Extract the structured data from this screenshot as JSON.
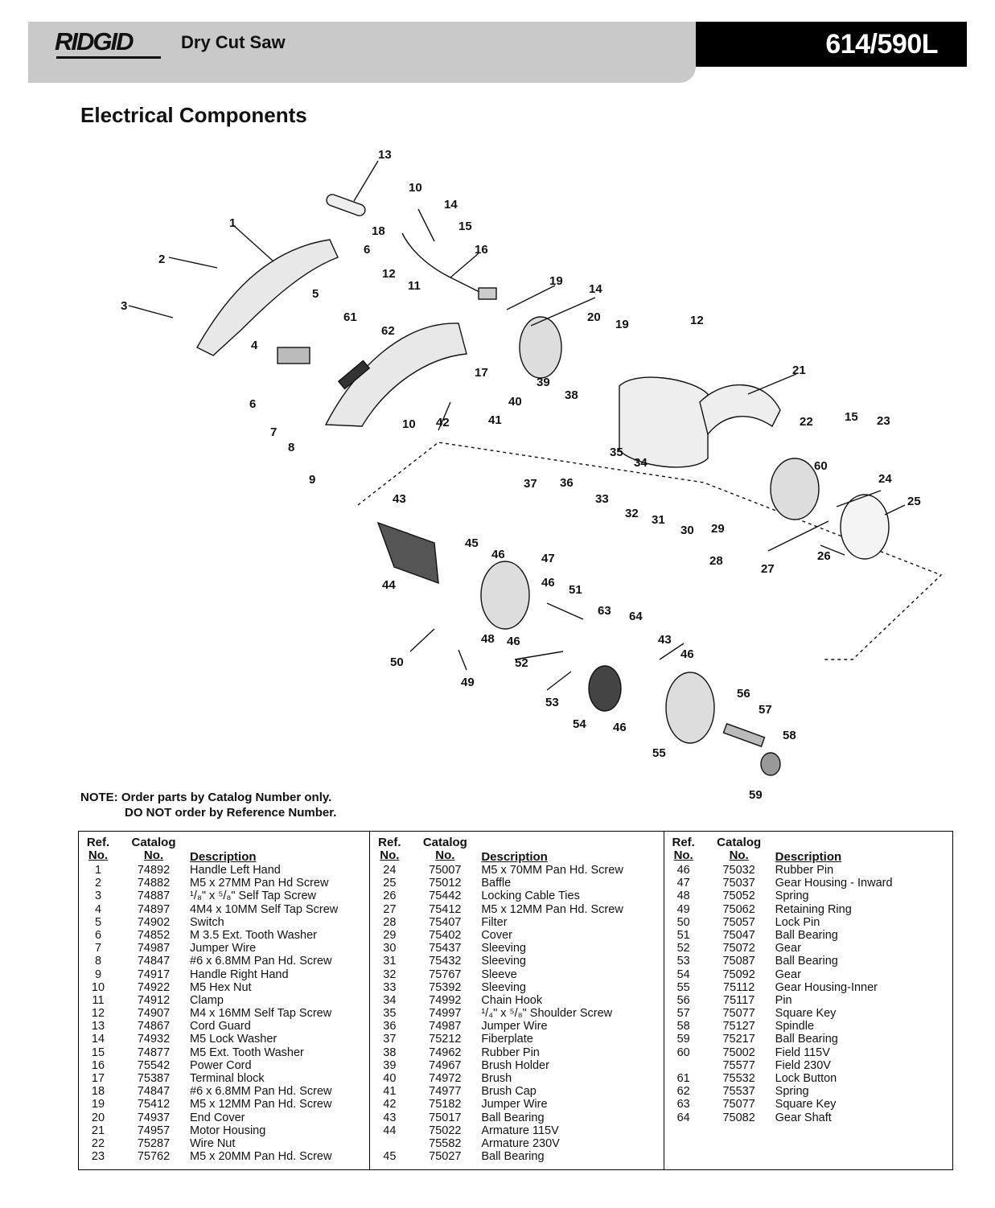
{
  "header": {
    "brand": "RIDGID",
    "product": "Dry Cut Saw",
    "model": "614/590L"
  },
  "section_title": "Electrical Components",
  "diagram_labels": [
    "1",
    "2",
    "3",
    "4",
    "5",
    "6",
    "7",
    "8",
    "9",
    "10",
    "11",
    "12",
    "13",
    "14",
    "15",
    "16",
    "17",
    "18",
    "19",
    "20",
    "21",
    "22",
    "23",
    "24",
    "25",
    "26",
    "27",
    "28",
    "29",
    "30",
    "31",
    "32",
    "33",
    "34",
    "35",
    "36",
    "37",
    "38",
    "39",
    "40",
    "41",
    "42",
    "43",
    "44",
    "45",
    "46",
    "47",
    "48",
    "49",
    "50",
    "51",
    "52",
    "53",
    "54",
    "55",
    "56",
    "57",
    "58",
    "59",
    "60",
    "61",
    "62",
    "63",
    "64"
  ],
  "note": {
    "line1": "NOTE: Order parts by Catalog Number only.",
    "line2": "DO NOT order by Reference Number."
  },
  "table_headers": {
    "ref_line1": "Ref.",
    "ref_line2": "No.",
    "cat_line1": "Catalog",
    "cat_line2": "No.",
    "desc": "Description"
  },
  "parts_columns": [
    [
      {
        "ref": "1",
        "cat": "74892",
        "desc": "Handle Left Hand"
      },
      {
        "ref": "2",
        "cat": "74882",
        "desc": "M5 x 27MM Pan Hd Screw"
      },
      {
        "ref": "3",
        "cat": "74887",
        "desc": "¹/₈\" x ⁵/₈\" Self Tap Screw"
      },
      {
        "ref": "4",
        "cat": "74897",
        "desc": "4M4 x 10MM Self Tap Screw"
      },
      {
        "ref": "5",
        "cat": "74902",
        "desc": "Switch"
      },
      {
        "ref": "6",
        "cat": "74852",
        "desc": "M 3.5 Ext. Tooth Washer"
      },
      {
        "ref": "7",
        "cat": "74987",
        "desc": "Jumper Wire"
      },
      {
        "ref": "8",
        "cat": "74847",
        "desc": "#6 x 6.8MM Pan Hd. Screw"
      },
      {
        "ref": "9",
        "cat": "74917",
        "desc": "Handle Right Hand"
      },
      {
        "ref": "10",
        "cat": "74922",
        "desc": "M5 Hex Nut"
      },
      {
        "ref": "11",
        "cat": "74912",
        "desc": "Clamp"
      },
      {
        "ref": "12",
        "cat": "74907",
        "desc": "M4 x 16MM Self Tap Screw"
      },
      {
        "ref": "13",
        "cat": "74867",
        "desc": "Cord Guard"
      },
      {
        "ref": "14",
        "cat": "74932",
        "desc": "M5 Lock Washer"
      },
      {
        "ref": "15",
        "cat": "74877",
        "desc": "M5 Ext. Tooth Washer"
      },
      {
        "ref": "16",
        "cat": "75542",
        "desc": "Power Cord"
      },
      {
        "ref": "17",
        "cat": "75387",
        "desc": "Terminal block"
      },
      {
        "ref": "18",
        "cat": "74847",
        "desc": "#6 x 6.8MM Pan Hd. Screw"
      },
      {
        "ref": "19",
        "cat": "75412",
        "desc": "M5 x 12MM Pan Hd. Screw"
      },
      {
        "ref": "20",
        "cat": "74937",
        "desc": "End Cover"
      },
      {
        "ref": "21",
        "cat": "74957",
        "desc": "Motor Housing"
      },
      {
        "ref": "22",
        "cat": "75287",
        "desc": "Wire Nut"
      },
      {
        "ref": "23",
        "cat": "75762",
        "desc": "M5 x 20MM Pan Hd. Screw"
      }
    ],
    [
      {
        "ref": "24",
        "cat": "75007",
        "desc": "M5 x 70MM Pan Hd. Screw"
      },
      {
        "ref": "25",
        "cat": "75012",
        "desc": "Baffle"
      },
      {
        "ref": "26",
        "cat": "75442",
        "desc": "Locking Cable Ties"
      },
      {
        "ref": "27",
        "cat": "75412",
        "desc": "M5 x 12MM Pan Hd. Screw"
      },
      {
        "ref": "28",
        "cat": "75407",
        "desc": "Filter"
      },
      {
        "ref": "29",
        "cat": "75402",
        "desc": "Cover"
      },
      {
        "ref": "30",
        "cat": "75437",
        "desc": "Sleeving"
      },
      {
        "ref": "31",
        "cat": "75432",
        "desc": "Sleeving"
      },
      {
        "ref": "32",
        "cat": "75767",
        "desc": "Sleeve"
      },
      {
        "ref": "33",
        "cat": "75392",
        "desc": "Sleeving"
      },
      {
        "ref": "34",
        "cat": "74992",
        "desc": "Chain Hook"
      },
      {
        "ref": "35",
        "cat": "74997",
        "desc": "¹/₄\" x ⁵/₈\" Shoulder Screw"
      },
      {
        "ref": "36",
        "cat": "74987",
        "desc": "Jumper Wire"
      },
      {
        "ref": "37",
        "cat": "75212",
        "desc": "Fiberplate"
      },
      {
        "ref": "38",
        "cat": "74962",
        "desc": "Rubber Pin"
      },
      {
        "ref": "39",
        "cat": "74967",
        "desc": "Brush Holder"
      },
      {
        "ref": "40",
        "cat": "74972",
        "desc": "Brush"
      },
      {
        "ref": "41",
        "cat": "74977",
        "desc": "Brush Cap"
      },
      {
        "ref": "42",
        "cat": "75182",
        "desc": "Jumper Wire"
      },
      {
        "ref": "43",
        "cat": "75017",
        "desc": "Ball Bearing"
      },
      {
        "ref": "44",
        "cat": "75022",
        "desc": "Armature 115V"
      },
      {
        "ref": "",
        "cat": "75582",
        "desc": "Armature 230V"
      },
      {
        "ref": "45",
        "cat": "75027",
        "desc": "Ball Bearing"
      }
    ],
    [
      {
        "ref": "46",
        "cat": "75032",
        "desc": "Rubber Pin"
      },
      {
        "ref": "47",
        "cat": "75037",
        "desc": "Gear Housing - Inward"
      },
      {
        "ref": "48",
        "cat": "75052",
        "desc": "Spring"
      },
      {
        "ref": "49",
        "cat": "75062",
        "desc": "Retaining Ring"
      },
      {
        "ref": "50",
        "cat": "75057",
        "desc": "Lock Pin"
      },
      {
        "ref": "51",
        "cat": "75047",
        "desc": "Ball Bearing"
      },
      {
        "ref": "52",
        "cat": "75072",
        "desc": "Gear"
      },
      {
        "ref": "53",
        "cat": "75087",
        "desc": "Ball Bearing"
      },
      {
        "ref": "54",
        "cat": "75092",
        "desc": "Gear"
      },
      {
        "ref": "55",
        "cat": "75112",
        "desc": "Gear Housing-Inner"
      },
      {
        "ref": "56",
        "cat": "75117",
        "desc": "Pin"
      },
      {
        "ref": "57",
        "cat": "75077",
        "desc": "Square Key"
      },
      {
        "ref": "58",
        "cat": "75127",
        "desc": "Spindle"
      },
      {
        "ref": "59",
        "cat": "75217",
        "desc": "Ball Bearing"
      },
      {
        "ref": "60",
        "cat": "75002",
        "desc": "Field 115V"
      },
      {
        "ref": "",
        "cat": "75577",
        "desc": "Field 230V"
      },
      {
        "ref": "61",
        "cat": "75532",
        "desc": "Lock Button"
      },
      {
        "ref": "62",
        "cat": "75537",
        "desc": "Spring"
      },
      {
        "ref": "63",
        "cat": "75077",
        "desc": "Square Key"
      },
      {
        "ref": "64",
        "cat": "75082",
        "desc": "Gear Shaft"
      }
    ]
  ]
}
